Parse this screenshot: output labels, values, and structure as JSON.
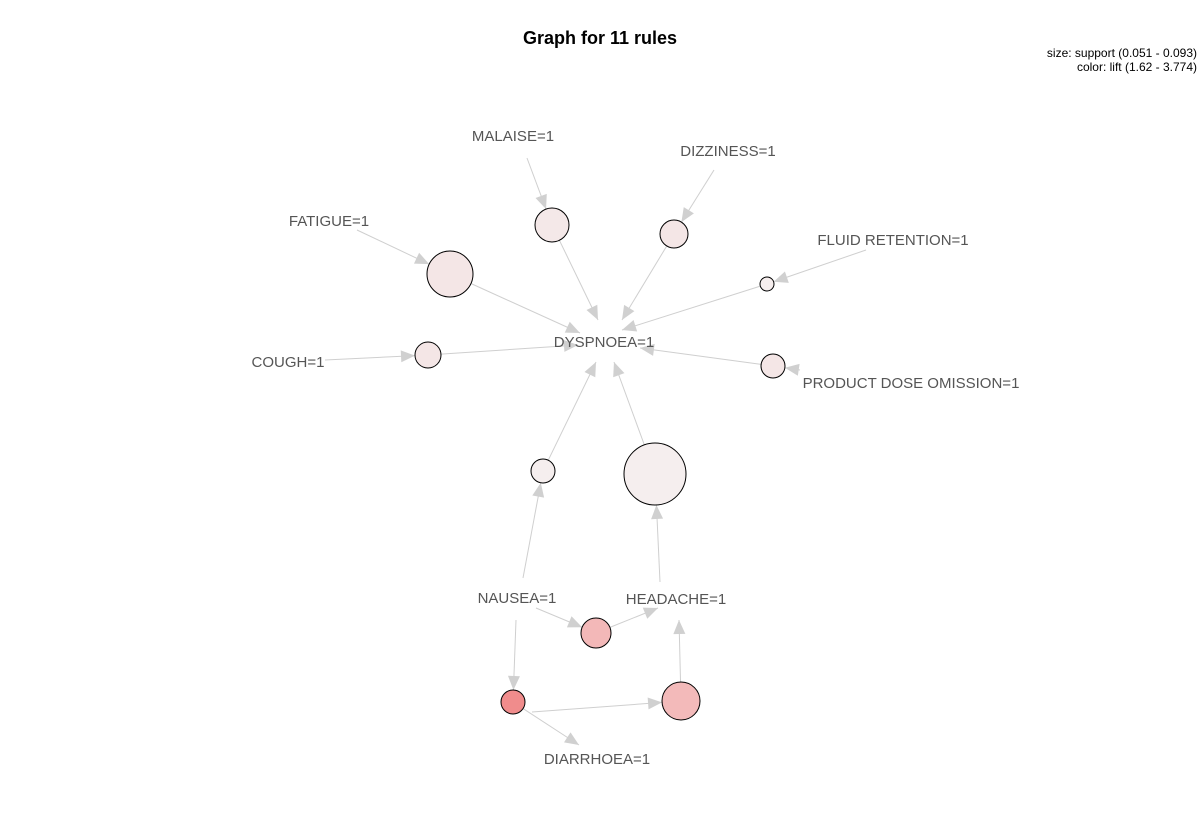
{
  "title": "Graph for 11 rules",
  "legend": {
    "size_text": "size: support (0.051 - 0.093)",
    "color_text": "color: lift (1.62 - 3.774)"
  },
  "colors": {
    "edge": "#cfcfcf",
    "arrow": "#d0d0d0",
    "label": "#555555",
    "node_stroke": "#000000"
  },
  "items": [
    {
      "id": "malaise",
      "label": "MALAISE=1"
    },
    {
      "id": "dizziness",
      "label": "DIZZINESS=1"
    },
    {
      "id": "fatigue",
      "label": "FATIGUE=1"
    },
    {
      "id": "fluid",
      "label": "FLUID RETENTION=1"
    },
    {
      "id": "dyspnoea",
      "label": "DYSPNOEA=1"
    },
    {
      "id": "cough",
      "label": "COUGH=1"
    },
    {
      "id": "omission",
      "label": "PRODUCT DOSE OMISSION=1"
    },
    {
      "id": "nausea",
      "label": "NAUSEA=1"
    },
    {
      "id": "headache",
      "label": "HEADACHE=1"
    },
    {
      "id": "diarrhoea",
      "label": "DIARRHOEA=1"
    }
  ],
  "rules": [
    {
      "id": "r1",
      "lhs": [
        "malaise"
      ],
      "rhs": "dyspnoea",
      "fill": "#f4e8e8"
    },
    {
      "id": "r2",
      "lhs": [
        "dizziness"
      ],
      "rhs": "dyspnoea",
      "fill": "#f4e6e6"
    },
    {
      "id": "r3",
      "lhs": [
        "fatigue"
      ],
      "rhs": "dyspnoea",
      "fill": "#f4e6e6"
    },
    {
      "id": "r4",
      "lhs": [
        "fluid"
      ],
      "rhs": "dyspnoea",
      "fill": "#f6eeee"
    },
    {
      "id": "r5",
      "lhs": [
        "cough"
      ],
      "rhs": "dyspnoea",
      "fill": "#f4e6e6"
    },
    {
      "id": "r6",
      "lhs": [
        "omission"
      ],
      "rhs": "dyspnoea",
      "fill": "#f4e6e6"
    },
    {
      "id": "r7",
      "lhs": [
        "nausea"
      ],
      "rhs": "dyspnoea",
      "fill": "#f5eeee"
    },
    {
      "id": "r8",
      "lhs": [
        "headache"
      ],
      "rhs": "dyspnoea",
      "fill": "#f5eeee"
    },
    {
      "id": "r9",
      "lhs": [
        "nausea"
      ],
      "rhs": "headache",
      "fill": "#f3b8b8"
    },
    {
      "id": "r10",
      "lhs": [
        "nausea"
      ],
      "rhs": "diarrhoea",
      "fill": "#f08c8c"
    },
    {
      "id": "r11",
      "lhs": [
        "diarrhoea"
      ],
      "rhs": "headache",
      "fill": "#f3baba"
    }
  ]
}
